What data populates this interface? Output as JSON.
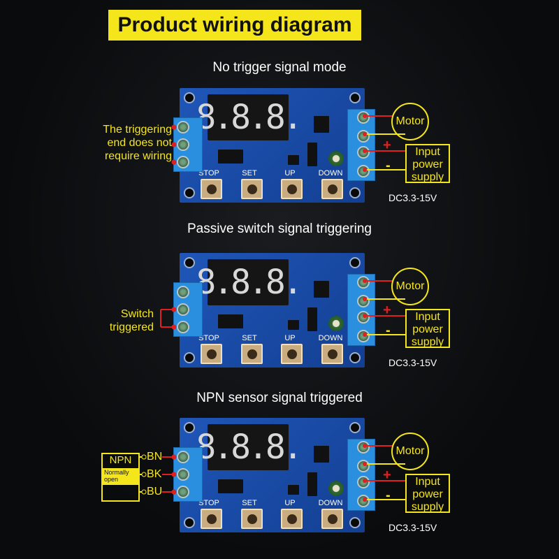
{
  "header": {
    "title": "Product wiring diagram"
  },
  "colors": {
    "accent_yellow": "#f5e61c",
    "wire_red": "#e02020",
    "board_blue": "#1f56b8",
    "terminal_blue": "#2b8fe0"
  },
  "board": {
    "display": "8.8.8.",
    "buttons": [
      "STOP",
      "SET",
      "UP",
      "DOWN"
    ]
  },
  "right": {
    "motor": "Motor",
    "plus": "+",
    "minus": "-",
    "psu": [
      "Input",
      "power",
      "supply"
    ],
    "voltage": "DC3.3-15V"
  },
  "panels": [
    {
      "title": "No trigger signal mode",
      "left_text": [
        "The triggering",
        "end does not",
        "require wiring"
      ]
    },
    {
      "title": "Passive switch signal triggering",
      "left_text": [
        "Switch",
        "triggered"
      ]
    },
    {
      "title": "NPN sensor signal triggered",
      "npn": {
        "label": "NPN",
        "sub": "Normally open",
        "wires": [
          "BN",
          "BK",
          "BU"
        ]
      }
    }
  ]
}
